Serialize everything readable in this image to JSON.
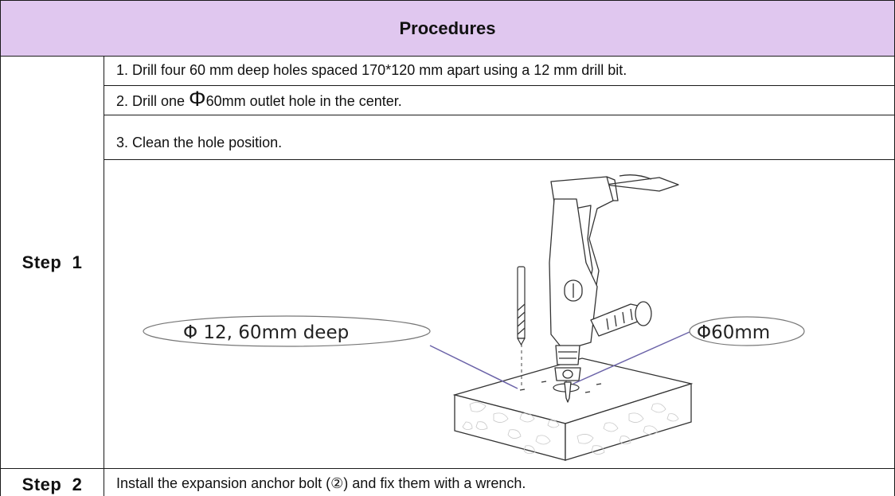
{
  "table": {
    "header": "Procedures",
    "step1": {
      "label": "Step  1",
      "instructions": [
        "1. Drill four 60 mm deep holes spaced 170*120 mm apart using a 12 mm drill bit.",
        "2. Drill one ",
        "3. Clean the hole position."
      ],
      "instruction2_symbol": "Φ",
      "instruction2_rest": "60mm outlet hole in the center."
    },
    "step2": {
      "label": "Step  2",
      "text": "Install the expansion anchor bolt (②) and fix them with a wrench."
    }
  },
  "illustration": {
    "callout_left": "Φ 12, 60mm deep",
    "callout_right": "Φ60mm"
  },
  "colors": {
    "header_bg": "#e0c7ef",
    "leader_line": "#6b63a8",
    "border": "#1a1a1a"
  }
}
